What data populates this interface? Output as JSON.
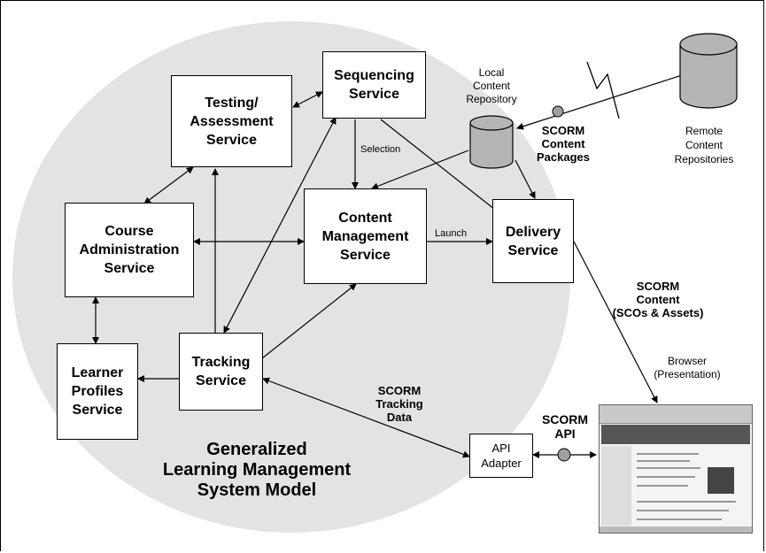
{
  "boxes": {
    "sequencing": "Sequencing\nService",
    "testing": "Testing/\nAssessment\nService",
    "course_admin": "Course\nAdministration\nService",
    "content_mgmt": "Content\nManagement\nService",
    "delivery": "Delivery\nService",
    "learner_profiles": "Learner\nProfiles\nService",
    "tracking": "Tracking\nService",
    "api_adapter": "API\nAdapter"
  },
  "labels": {
    "local_repo": "Local\nContent\nRepository",
    "remote_repo": "Remote\nContent\nRepositories",
    "selection": "Selection",
    "launch": "Launch",
    "scorm_packages": "SCORM\nContent\nPackages",
    "scorm_content": "SCORM\nContent\n(SCOs & Assets)",
    "browser": "Browser\n(Presentation)",
    "scorm_tracking": "SCORM\nTracking\nData",
    "scorm_api": "SCORM\nAPI"
  },
  "title": "Generalized\nLearning Management\nSystem Model",
  "colors": {
    "ellipse": "#e3e3e3",
    "cylinder": "#b5b5b5"
  }
}
